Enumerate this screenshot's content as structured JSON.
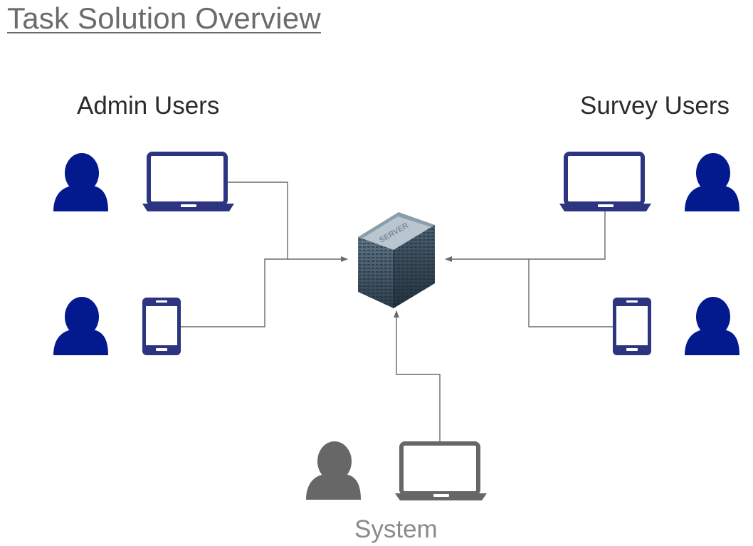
{
  "title": "Task Solution Overview",
  "groups": {
    "admin": {
      "label": "Admin Users"
    },
    "survey": {
      "label": "Survey Users"
    },
    "system": {
      "label": "System"
    }
  },
  "server": {
    "label": "SERVER"
  },
  "colors": {
    "user_blue": "#031a8f",
    "device_blue": "#2d3581",
    "system_gray": "#676767",
    "connector": "#6a6a6a",
    "title_gray": "#6b6b6b"
  },
  "icons": [
    "user-icon",
    "laptop-icon",
    "phone-icon",
    "server-icon"
  ]
}
